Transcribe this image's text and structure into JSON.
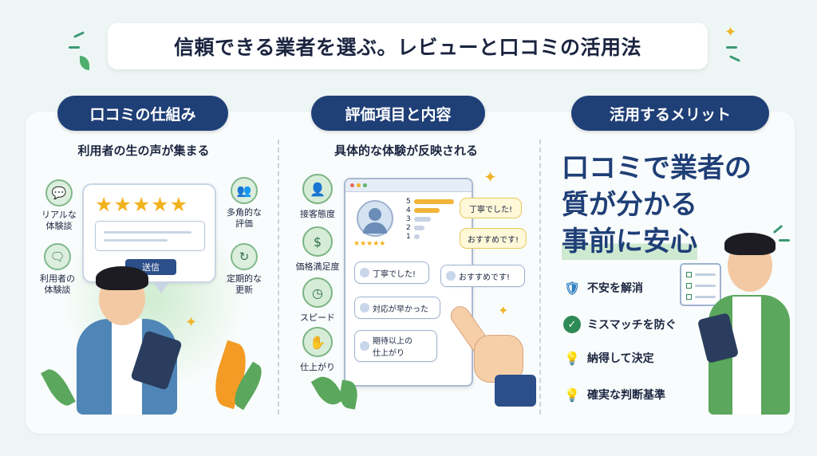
{
  "title": "信頼できる業者を選ぶ。レビューと口コミの活用法",
  "sections": [
    {
      "heading": "口コミの仕組み",
      "subtitle": "利用者の生の声が集まる",
      "features": [
        {
          "icon": "chat-bubble-icon",
          "label_line1": "リアルな",
          "label_line2": "体験談"
        },
        {
          "icon": "user-review-icon",
          "label_line1": "利用者の",
          "label_line2": "体験談"
        },
        {
          "icon": "people-group-icon",
          "label_line1": "多角的な",
          "label_line2": "評価"
        },
        {
          "icon": "refresh-icon",
          "label_line1": "定期的な",
          "label_line2": "更新"
        }
      ],
      "review_form": {
        "stars": "★★★★★",
        "send_label": "送信"
      }
    },
    {
      "heading": "評価項目と内容",
      "subtitle": "具体的な体験が反映される",
      "eval_items": [
        {
          "icon": "person-icon",
          "label": "接客態度"
        },
        {
          "icon": "coin-icon",
          "label": "価格満足度"
        },
        {
          "icon": "clock-icon",
          "label": "スピード"
        },
        {
          "icon": "handshake-icon",
          "label": "仕上がり"
        }
      ],
      "rating_rows": [
        "5",
        "4",
        "3",
        "2",
        "1"
      ],
      "rating_shares": [
        0.72,
        0.45,
        0.3,
        0.18,
        0.1
      ],
      "mini_stars": "★★★★★",
      "comments": {
        "yellow_1": "丁寧でした!",
        "yellow_2": "おすすめです!",
        "c1": "丁寧でした!",
        "c2": "おすすめです!",
        "c3": "対応が早かった",
        "c4_line1": "期待以上の",
        "c4_line2": "仕上がり"
      }
    },
    {
      "heading": "活用するメリット",
      "big_line1": "口コミで業者の",
      "big_line2": "質が分かる",
      "big_line3": "事前に安心",
      "merits": [
        {
          "icon": "shield-check-icon",
          "label": "不安を解消"
        },
        {
          "icon": "check-circle-icon",
          "label": "ミスマッチを防ぐ"
        },
        {
          "icon": "lightbulb-icon",
          "label": "納得して決定"
        },
        {
          "icon": "lightbulb-icon",
          "label": "確実な判断基準"
        }
      ]
    }
  ],
  "colors": {
    "navy": "#1f3f77",
    "accent_green": "#2e8a56",
    "star_yellow": "#f2b21c",
    "background": "#eef6f5"
  }
}
